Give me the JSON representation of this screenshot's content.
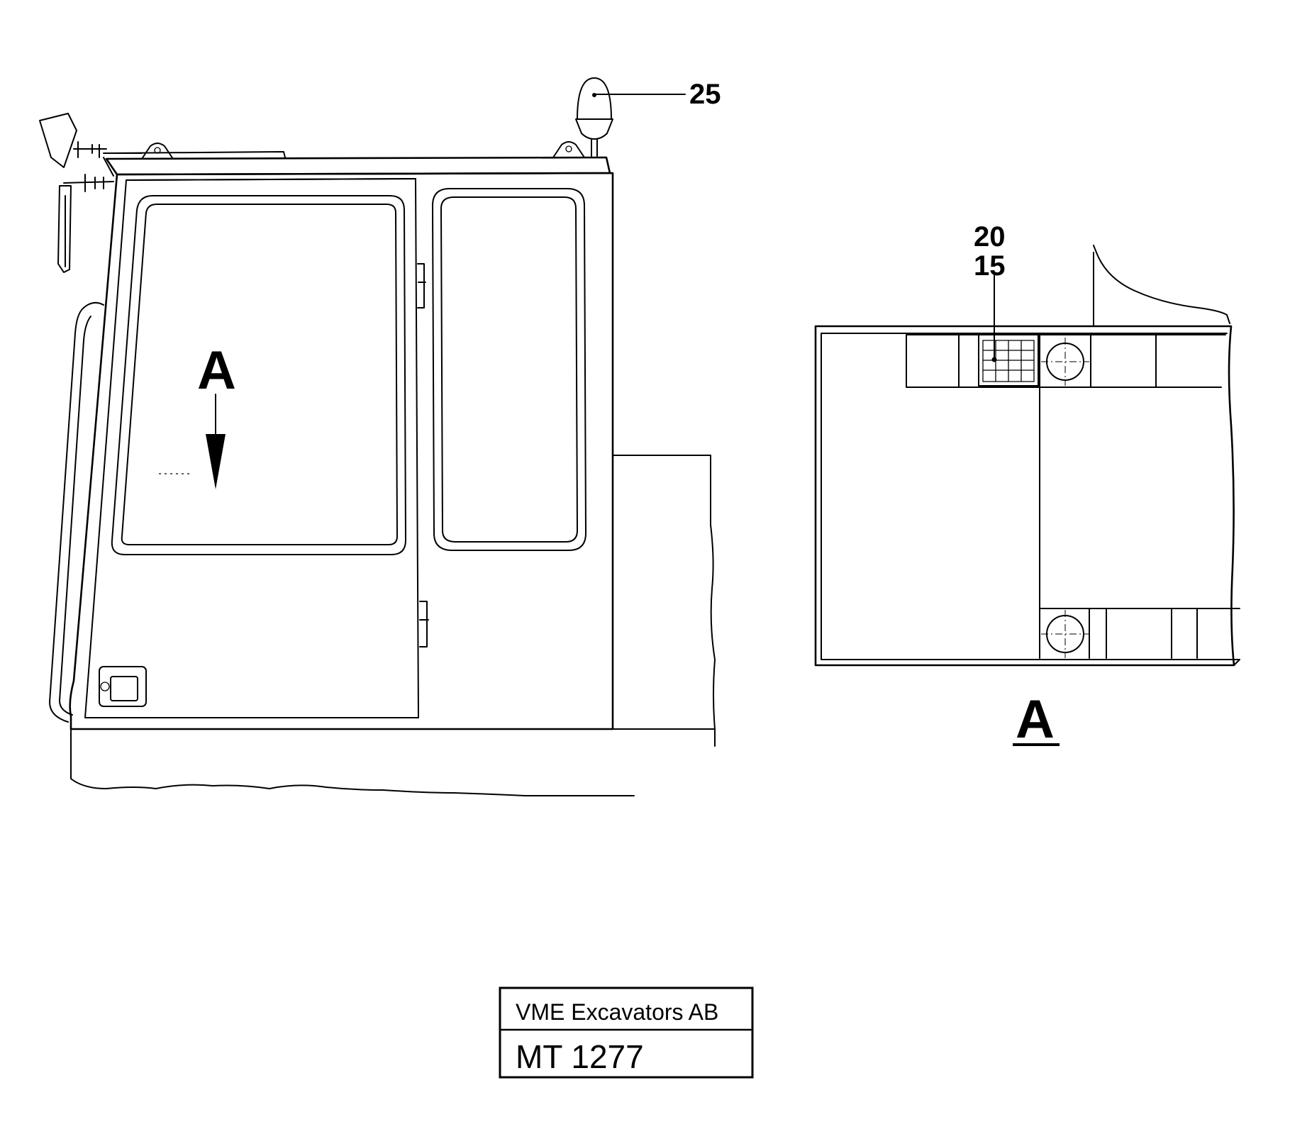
{
  "callouts": {
    "beacon": "25",
    "upper": "20",
    "lower": "15"
  },
  "view": {
    "arrow_label": "A",
    "detail_label": "A"
  },
  "title_block": {
    "company": "VME Excavators AB",
    "code": "MT 1277"
  }
}
